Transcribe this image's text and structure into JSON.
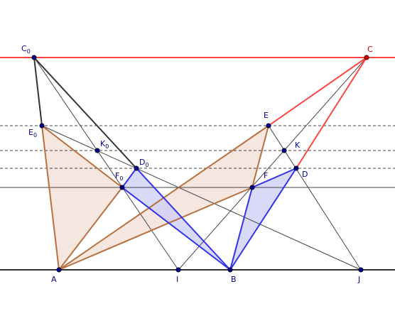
{
  "figure": {
    "points": [
      {
        "id": "C0",
        "label": "C",
        "sub": "0",
        "color": "#00008b"
      },
      {
        "id": "C",
        "label": "C",
        "sub": "",
        "color": "#cc0000"
      },
      {
        "id": "E0",
        "label": "E",
        "sub": "0",
        "color": "#00008b"
      },
      {
        "id": "E",
        "label": "E",
        "sub": "",
        "color": "#00008b"
      },
      {
        "id": "K0",
        "label": "K",
        "sub": "0",
        "color": "#00008b"
      },
      {
        "id": "K",
        "label": "K",
        "sub": "",
        "color": "#00008b"
      },
      {
        "id": "D0",
        "label": "D",
        "sub": "0",
        "color": "#00008b"
      },
      {
        "id": "D",
        "label": "D",
        "sub": "",
        "color": "#00008b"
      },
      {
        "id": "F0",
        "label": "F",
        "sub": "0",
        "color": "#00008b"
      },
      {
        "id": "F",
        "label": "F",
        "sub": "",
        "color": "#00008b"
      },
      {
        "id": "A",
        "label": "A",
        "sub": "",
        "color": "#00008b"
      },
      {
        "id": "I",
        "label": "I",
        "sub": "",
        "color": "#00008b"
      },
      {
        "id": "B",
        "label": "B",
        "sub": "",
        "color": "#00008b"
      },
      {
        "id": "J",
        "label": "J",
        "sub": "",
        "color": "#00008b"
      }
    ],
    "colors": {
      "point_fill": "#00008b",
      "red_line": "#ff4444",
      "brown_line": "#b87040",
      "brown_fill": "#f5e6df",
      "blue_line": "#3333ee",
      "blue_fill": "#ccccf5",
      "black_line": "#333333",
      "thin_line": "#444444"
    }
  }
}
